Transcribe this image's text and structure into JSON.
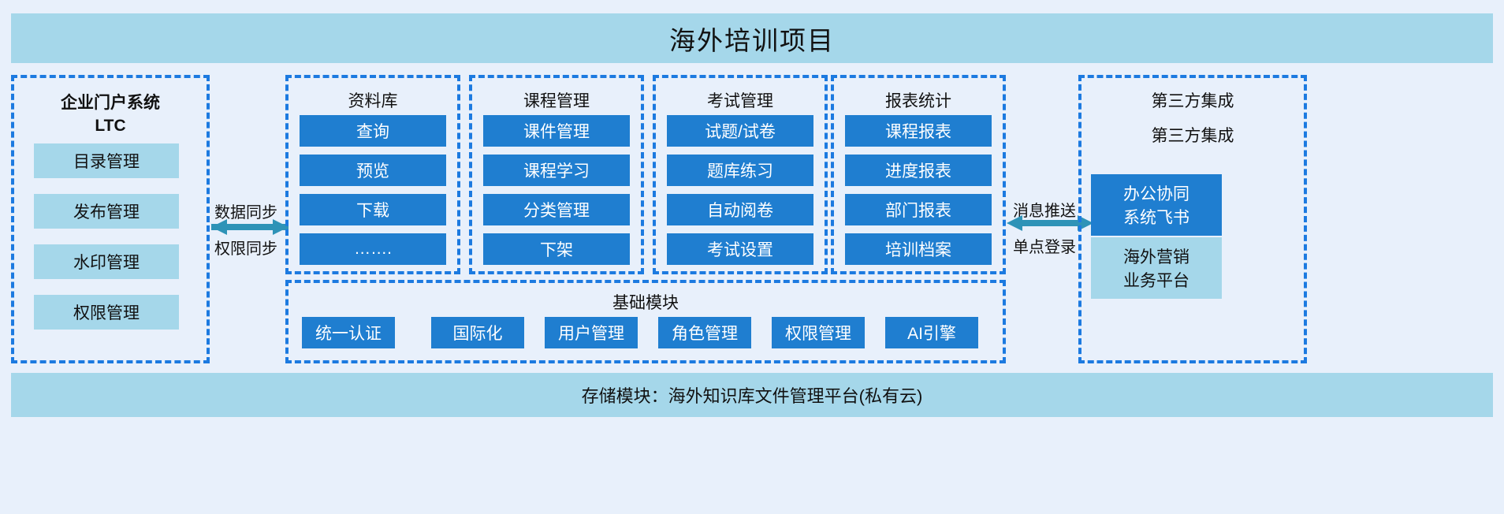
{
  "header": {
    "title": "海外培训项目"
  },
  "left_panel": {
    "title_line1": "企业门户系统",
    "title_line2": "LTC",
    "items": [
      {
        "label": "目录管理"
      },
      {
        "label": "发布管理"
      },
      {
        "label": "水印管理"
      },
      {
        "label": "权限管理"
      }
    ]
  },
  "left_connector": {
    "label_top": "数据同步",
    "label_bottom": "权限同步",
    "arrow_top_icon": "arrow-right-icon",
    "arrow_bottom_icon": "arrow-left-icon",
    "color": "#2e93b7"
  },
  "columns": [
    {
      "title": "资料库",
      "items": [
        "查询",
        "预览",
        "下载",
        "……."
      ]
    },
    {
      "title": "课程管理",
      "items": [
        "课件管理",
        "课程学习",
        "分类管理",
        "下架"
      ]
    },
    {
      "title": "考试管理",
      "items": [
        "试题/试卷",
        "题库练习",
        "自动阅卷",
        "考试设置"
      ]
    },
    {
      "title": "报表统计",
      "items": [
        "课程报表",
        "进度报表",
        "部门报表",
        "培训档案"
      ]
    }
  ],
  "base_module": {
    "title": "基础模块",
    "items": [
      "统一认证",
      "国际化",
      "用户管理",
      "角色管理",
      "权限管理",
      "AI引擎"
    ]
  },
  "right_connector": {
    "label_top": "消息推送",
    "label_bottom": "单点登录",
    "arrow_icon": "arrow-left-right-icon",
    "color": "#2e93b7"
  },
  "right_panel": {
    "title": "第三方集成",
    "subtitle": "第三方集成",
    "items": [
      {
        "line1": "办公协同",
        "line2": "系统飞书",
        "style": "solid"
      },
      {
        "line1": "海外营销",
        "line2": "业务平台",
        "style": "light"
      }
    ]
  },
  "storage": {
    "label": "存储模块：海外知识库文件管理平台(私有云)"
  },
  "colors": {
    "page_bg": "#e8f0fb",
    "banner": "#a5d7ea",
    "tile_solid": "#1f7ed0",
    "tile_light": "#a5d7ea",
    "dashed_border": "#1c7ae0",
    "arrow": "#2e93b7"
  }
}
